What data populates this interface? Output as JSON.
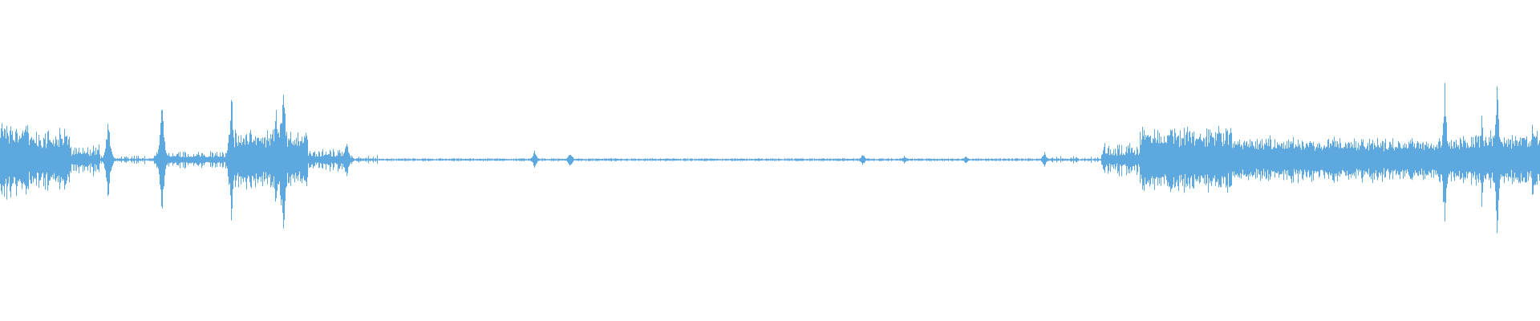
{
  "waveform": {
    "color": "#5ea8e0",
    "background": "#ffffff",
    "duration_fraction_markers": [],
    "segments": [
      {
        "from": 0.0,
        "to": 0.018,
        "level": 0.28,
        "density": "dense"
      },
      {
        "from": 0.018,
        "to": 0.045,
        "level": 0.22,
        "density": "dense"
      },
      {
        "from": 0.045,
        "to": 0.065,
        "level": 0.14,
        "density": "medium"
      },
      {
        "from": 0.065,
        "to": 0.1,
        "level": 0.05,
        "density": "sparse"
      },
      {
        "from": 0.1,
        "to": 0.15,
        "level": 0.08,
        "density": "medium"
      },
      {
        "from": 0.15,
        "to": 0.178,
        "level": 0.22,
        "density": "dense"
      },
      {
        "from": 0.178,
        "to": 0.185,
        "level": 0.35,
        "density": "dense"
      },
      {
        "from": 0.185,
        "to": 0.2,
        "level": 0.2,
        "density": "dense"
      },
      {
        "from": 0.2,
        "to": 0.225,
        "level": 0.1,
        "density": "medium"
      },
      {
        "from": 0.225,
        "to": 0.245,
        "level": 0.05,
        "density": "sparse"
      },
      {
        "from": 0.245,
        "to": 0.68,
        "level": 0.008,
        "density": "flat"
      },
      {
        "from": 0.68,
        "to": 0.715,
        "level": 0.04,
        "density": "sparse"
      },
      {
        "from": 0.715,
        "to": 0.74,
        "level": 0.14,
        "density": "medium"
      },
      {
        "from": 0.74,
        "to": 0.8,
        "level": 0.24,
        "density": "dense"
      },
      {
        "from": 0.8,
        "to": 0.87,
        "level": 0.17,
        "density": "dense"
      },
      {
        "from": 0.87,
        "to": 0.935,
        "level": 0.16,
        "density": "dense"
      },
      {
        "from": 0.935,
        "to": 0.96,
        "level": 0.18,
        "density": "dense"
      },
      {
        "from": 0.96,
        "to": 1.0,
        "level": 0.2,
        "density": "dense"
      }
    ],
    "spikes": [
      {
        "at": 0.07,
        "level": 0.45
      },
      {
        "at": 0.105,
        "level": 0.62
      },
      {
        "at": 0.15,
        "level": 0.7
      },
      {
        "at": 0.184,
        "level": 0.92
      },
      {
        "at": 0.225,
        "level": 0.18
      },
      {
        "at": 0.347,
        "level": 0.09
      },
      {
        "at": 0.37,
        "level": 0.08
      },
      {
        "at": 0.56,
        "level": 0.06
      },
      {
        "at": 0.587,
        "level": 0.04
      },
      {
        "at": 0.627,
        "level": 0.04
      },
      {
        "at": 0.678,
        "level": 0.08
      },
      {
        "at": 0.938,
        "level": 0.75
      },
      {
        "at": 0.962,
        "level": 0.45
      },
      {
        "at": 0.972,
        "level": 0.88
      },
      {
        "at": 0.995,
        "level": 0.35
      }
    ]
  }
}
